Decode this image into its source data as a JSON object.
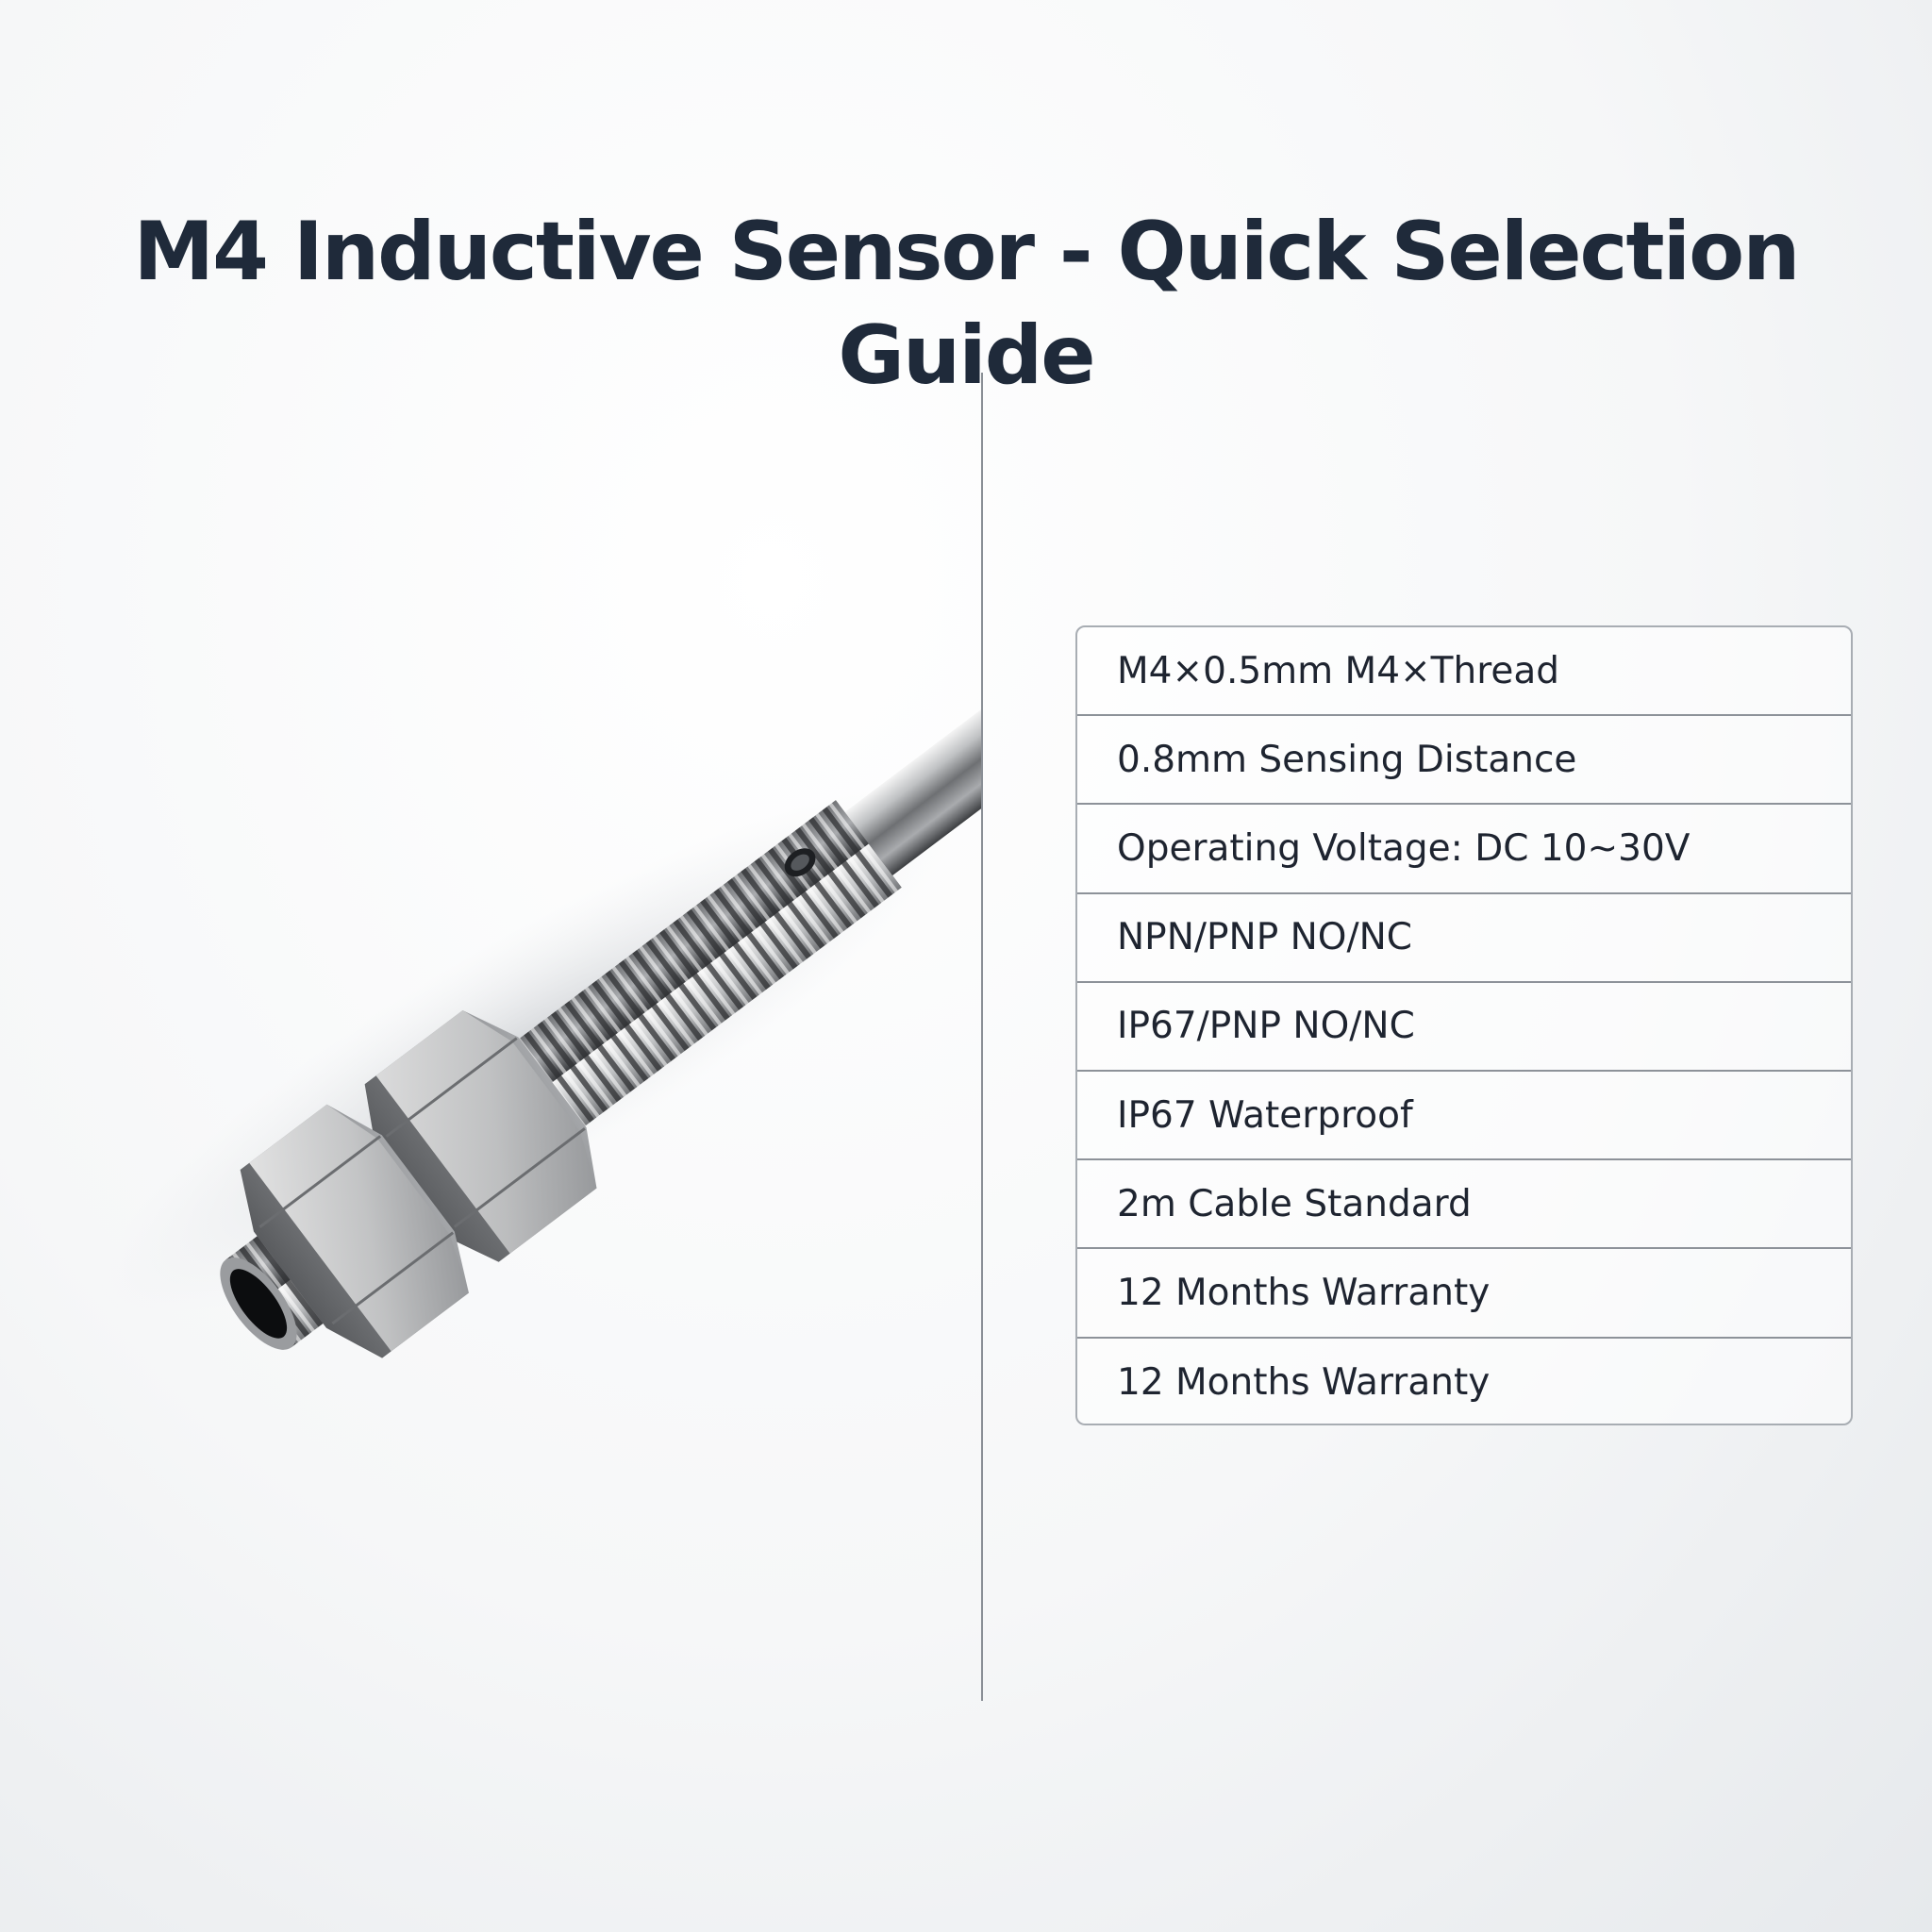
{
  "title": "M4 Inductive Sensor - Quick Selection Guide",
  "specs": [
    "M4×0.5mm M4×Thread",
    "0.8mm Sensing Distance",
    "Operating Voltage: DC 10~30V",
    "NPN/PNP NO/NC",
    "IP67/PNP NO/NC",
    "IP67 Waterproof",
    "2m Cable Standard",
    "12 Months Warranty",
    "12 Months Warranty"
  ]
}
